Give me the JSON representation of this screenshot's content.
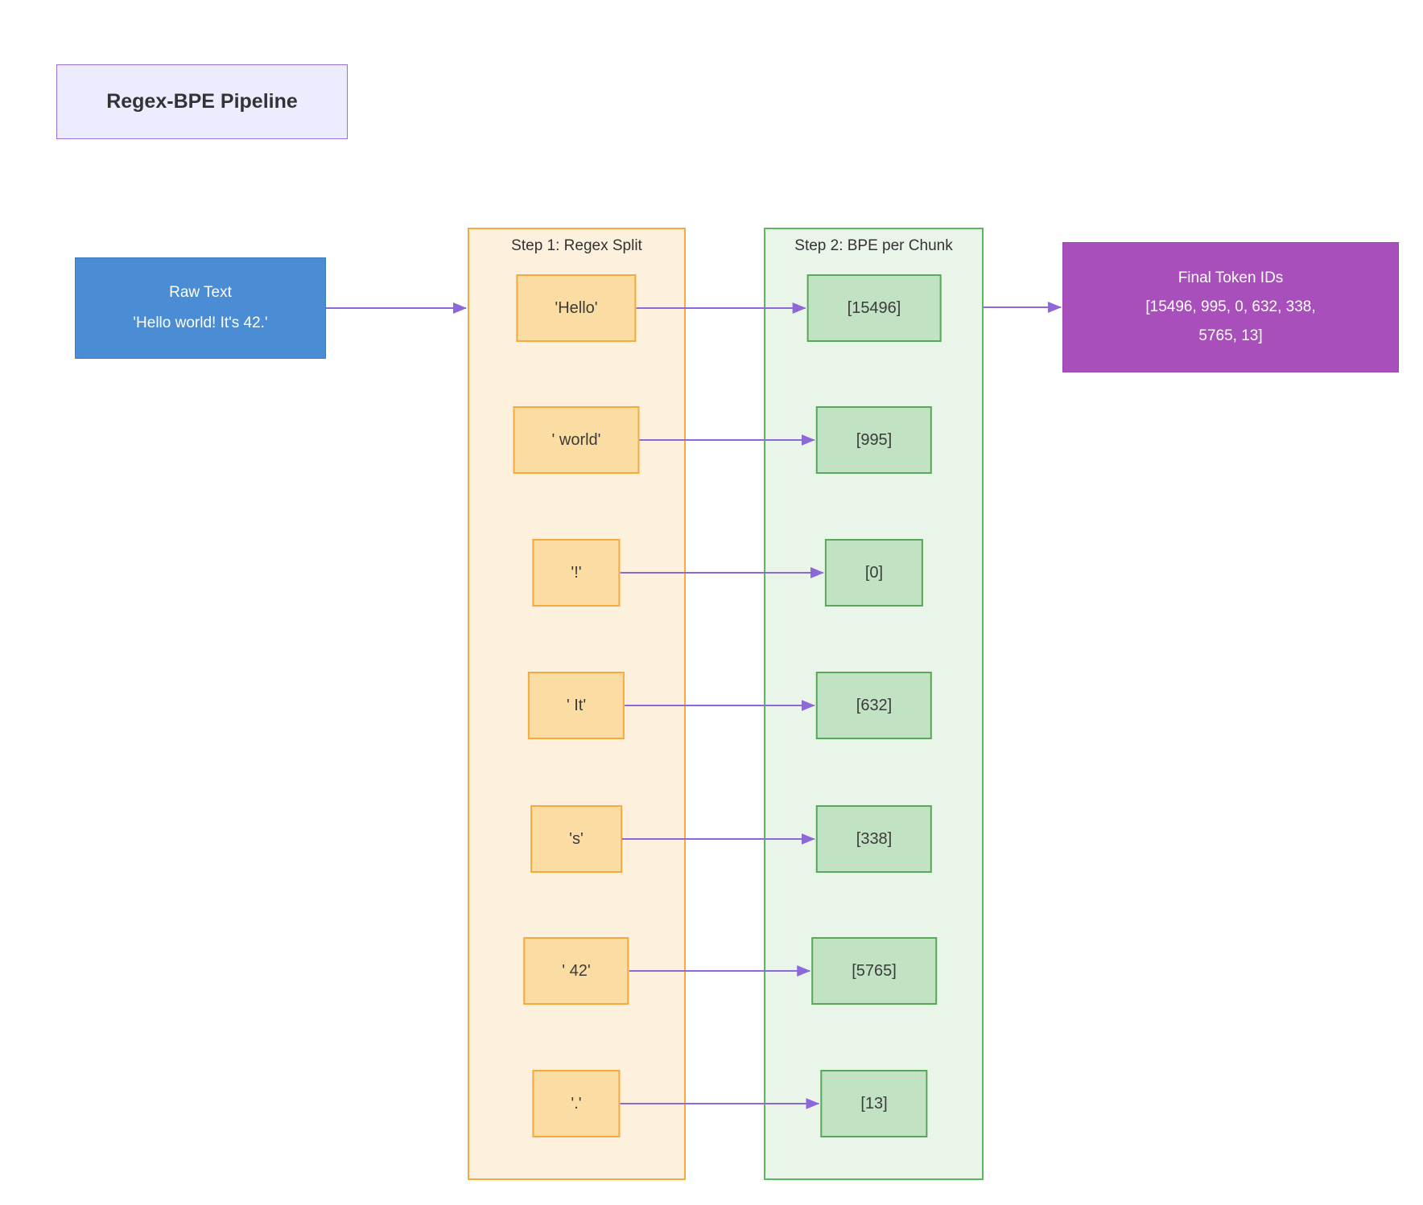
{
  "title": "Regex-BPE Pipeline",
  "raw_text": {
    "label": "Raw Text",
    "value": "'Hello world! It's 42.'"
  },
  "step1": {
    "header": "Step 1: Regex Split",
    "chunks": [
      "'Hello'",
      "' world'",
      "'!'",
      "' It'",
      "'s'",
      "' 42'",
      "'.'"
    ]
  },
  "step2": {
    "header": "Step 2: BPE per Chunk",
    "tokens": [
      "[15496]",
      "[995]",
      "[0]",
      "[632]",
      "[338]",
      "[5765]",
      "[13]"
    ]
  },
  "final": {
    "label": "Final Token IDs",
    "ids": "[15496, 995, 0, 632, 338, 5765, 13]"
  },
  "colors": {
    "title_fill": "#ECECFF",
    "title_border": "#9370DB",
    "raw_fill": "#4A8DD5",
    "step1_container_fill": "#FDF1DE",
    "step1_border": "#F5A93E",
    "chunk_fill": "#FBDCA2",
    "step2_container_fill": "#EAF5EA",
    "step2_border": "#5CB85C",
    "token_fill": "#C1E2C3",
    "final_fill": "#A94FBC",
    "arrow": "#8C68D9",
    "dark_text": "#333333",
    "light_text": "#ffffff"
  }
}
